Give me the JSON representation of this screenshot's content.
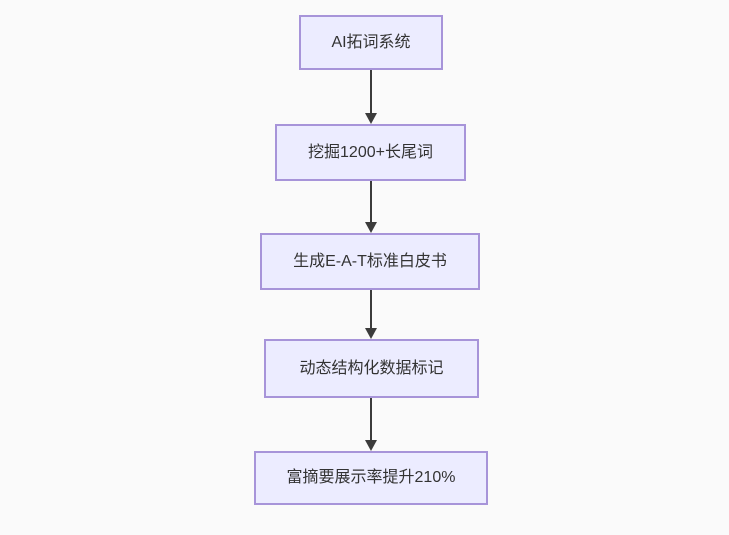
{
  "diagram": {
    "type": "flowchart",
    "direction": "top-down",
    "nodes": [
      {
        "id": "node-1",
        "label": "AI拓词系统"
      },
      {
        "id": "node-2",
        "label": "挖掘1200+长尾词"
      },
      {
        "id": "node-3",
        "label": "生成E-A-T标准白皮书"
      },
      {
        "id": "node-4",
        "label": "动态结构化数据标记"
      },
      {
        "id": "node-5",
        "label": "富摘要展示率提升210%"
      }
    ],
    "edges": [
      {
        "from": "node-1",
        "to": "node-2"
      },
      {
        "from": "node-2",
        "to": "node-3"
      },
      {
        "from": "node-3",
        "to": "node-4"
      },
      {
        "from": "node-4",
        "to": "node-5"
      }
    ],
    "colors": {
      "background": "#fafafa",
      "node_fill": "#ECECFF",
      "node_border": "#a794d9",
      "arrow": "#3b3b3b",
      "text": "#333333"
    }
  }
}
